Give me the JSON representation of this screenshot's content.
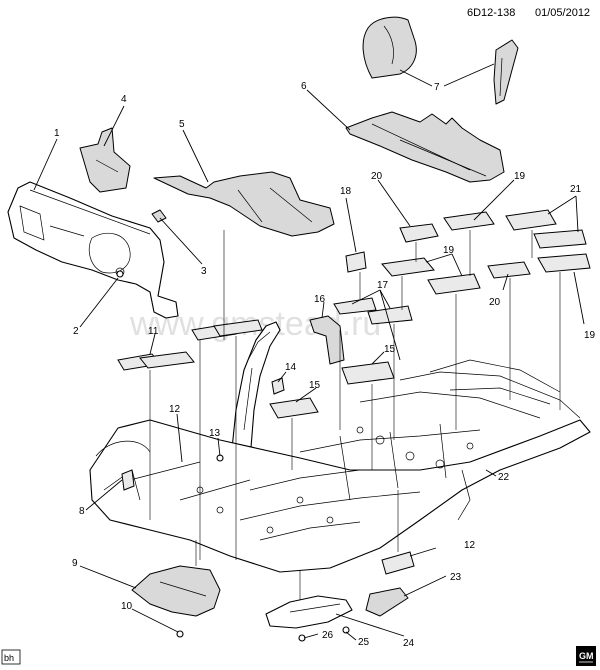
{
  "header": {
    "code": "6D12-138",
    "date": "01/05/2012"
  },
  "watermark": "www.gmstead.ru",
  "badges": {
    "corner_code": "bh",
    "brand": "GM"
  },
  "callouts": {
    "c1": "1",
    "c2": "2",
    "c3": "3",
    "c4": "4",
    "c5": "5",
    "c6": "6",
    "c7": "7",
    "c8": "8",
    "c9": "9",
    "c10": "10",
    "c11": "11",
    "c12a": "12",
    "c12b": "12",
    "c13": "13",
    "c14": "14",
    "c15a": "15",
    "c15b": "15",
    "c16": "16",
    "c17": "17",
    "c18": "18",
    "c19a": "19",
    "c19b": "19",
    "c19c": "19",
    "c20a": "20",
    "c20b": "20",
    "c21": "21",
    "c22": "22",
    "c23": "23",
    "c24": "24",
    "c25": "25",
    "c26": "26"
  }
}
